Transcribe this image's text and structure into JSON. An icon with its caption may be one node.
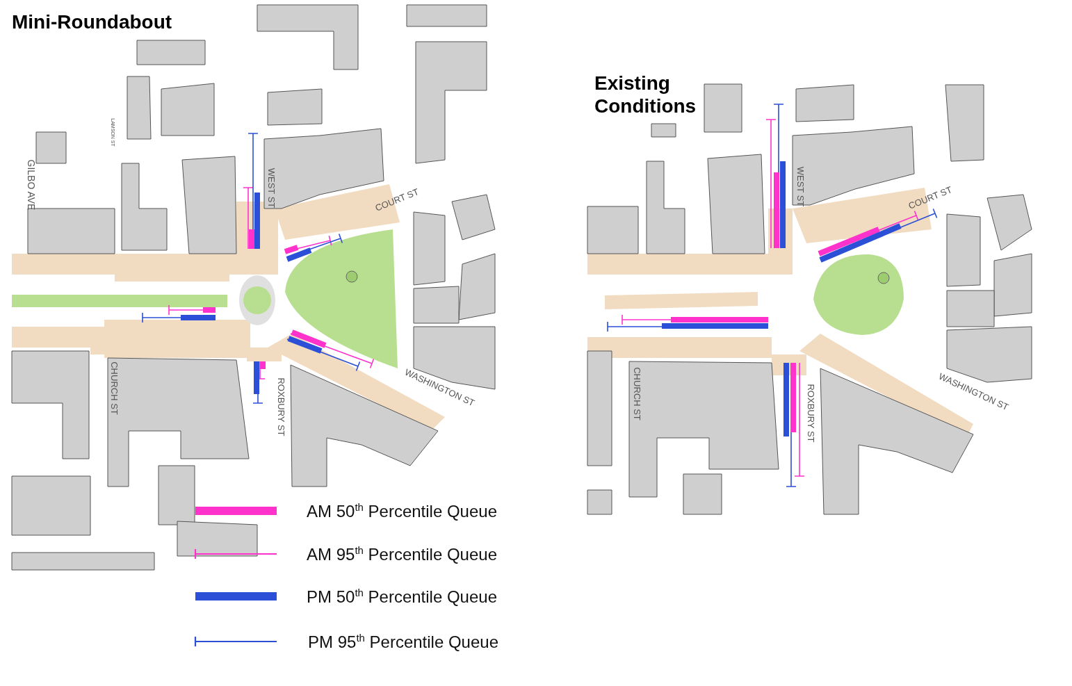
{
  "diagram": {
    "labels": [
      "Mini-Roundabout",
      "LAMSON ST",
      "GILBO AVE",
      "WEST ST",
      "COURT ST",
      "CHURCH ST",
      "ROXBURY ST",
      "WASHINGTON ST",
      "Existing Conditions",
      "WEST ST",
      "COURT ST",
      "CHURCH ST",
      "ROXBURY ST",
      "WASHINGTON ST"
    ],
    "legend": [
      {
        "text": "AM 50$^{th}$ Percentile Queue",
        "color": "#ff33cc"
      },
      {
        "text": "AM 95$^{th}$ Percentile Queue"
      },
      {
        "text": "PM 50$^{th}$ Percentile Queue",
        "color": "#2b4fd6"
      },
      {
        "text": "PM 95$^{th}$ Percentile Queue"
      }
    ]
  }
}
